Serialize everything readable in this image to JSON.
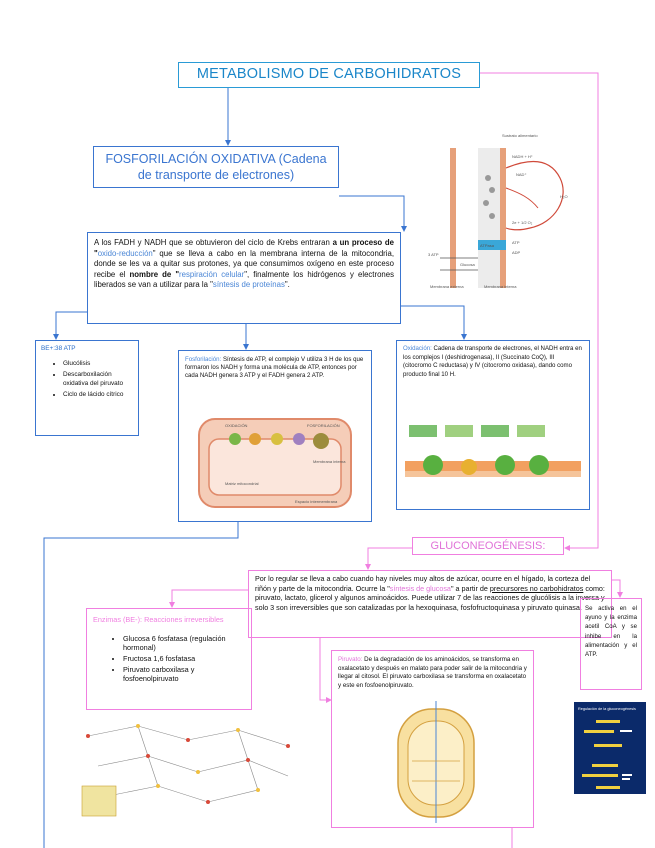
{
  "title": "METABOLISMO DE CARBOHIDRATOS",
  "fosforilacion": {
    "line1": "FOSFORILACIÓN OXIDATIVA (Cadena",
    "line2": "de transporte de electrones)"
  },
  "main_text": {
    "p1": "A los FADH y NADH que se obtuvieron del ciclo de Krebs entraran ",
    "p2": "a un proceso de \"",
    "hl1": "oxido-reducción",
    "p3": "\" que se lleva a cabo en la membrana interna de la mitocondria, donde se les va a quitar sus protones, ya que consumimos oxígeno en este proceso recibe el ",
    "p4": "nombre de \"",
    "hl2": "respiración celular",
    "p5": "\", finalmente los hidrógenos y electrones liberados se van a utilizar para la \"",
    "hl3": "síntesis de proteínas",
    "p6": "\"."
  },
  "atp_box": {
    "header": "BE+:38 ATP",
    "items": [
      "Glucólisis",
      "Descarboxilación oxidativa del piruvato",
      "Ciclo de lácido cítrico"
    ]
  },
  "fosfo_detail": {
    "label": "Fosforilación:",
    "text": " Síntesis de ATP, el complejo V utiliza 3 H de los que formaron los NADH y forma una molécula de ATP, entonces por cada NADH genera 3 ATP y el FADH genera 2 ATP.",
    "img_labels": {
      "oxidacion": "OXIDACIÓN",
      "fosforilacion": "FOSFORILACIÓN",
      "matriz": "Matriz mitocondrial",
      "membrana": "Membrana interna",
      "espacio": "Espacio intermembrana"
    }
  },
  "oxidacion": {
    "label": "Oxidación:",
    "text": " Cadena de transporte de electrones, el NADH entra en los complejos I (deshidrogenasa), II (Succinato CoQ), III (citocromo C reductasa) y IV (citocromo oxidasa), dando como producto final 10 H."
  },
  "top_diagram": {
    "labels": {
      "sustrato": "Sustrato alimentario",
      "nadh": "NADH + H⁺",
      "nad": "NAD⁺",
      "h2o": "H₂O",
      "o2": "2e + 1/2 O₂",
      "atpasa": "ATPasa",
      "atp": "ATP",
      "adp": "ADP",
      "glucosa": "Glucosa",
      "membrana_ext": "Membrana externa",
      "membrana_int": "Membrana interna",
      "atp3": "3 ATP"
    }
  },
  "gluconeogenesis": {
    "title": "GLUCONEOGÉNESIS:",
    "text": {
      "p1": "Por lo regular se lleva a cabo cuando hay niveles muy altos de azúcar, ocurre en el hígado, la corteza del riñón y parte de la mitocondria. Ocurre la \"",
      "hl": "síntesis de glucosa",
      "p2": "\" a partir de ",
      "u": "precursores no carbohidratos",
      "p3": " como: piruvato, lactato, glicerol y algunos aminoácidos. Puede utilizar 7 de las reacciones de glucólisis a la inversa y solo 3 son irreversibles que son catalizadas por la hexoquinasa, fosfofructoquinasa y piruvato quinasa."
    }
  },
  "enzimas": {
    "header": "Enzimas (BE-): Reacciones irreversibles",
    "items": [
      "Glucosa 6 fosfatasa (regulación hormonal)",
      "Fructosa 1,6 fosfatasa",
      "Piruvato carboxilasa y fosfoenolpiruvato"
    ]
  },
  "ayuno": {
    "text": "Se activa en el ayuno y la enzima acetil CoA y se inhibe en la alimentación y el ATP."
  },
  "piruvato": {
    "label": "Piruvato:",
    "text": " De la degradación de los aminoácidos, se transforma en oxalacetato y después en malato para poder salir de la mitocondria y llegar al citosol. El piruvato carboxilasa se transforma en oxalacetato y este en fosfoenolpiruvato."
  },
  "regulacion": {
    "title": "Regulación de la gluconeogénesis"
  },
  "colors": {
    "blue": "#3a75d0",
    "pink": "#f07fe0",
    "title_blue": "#1a86c9"
  }
}
